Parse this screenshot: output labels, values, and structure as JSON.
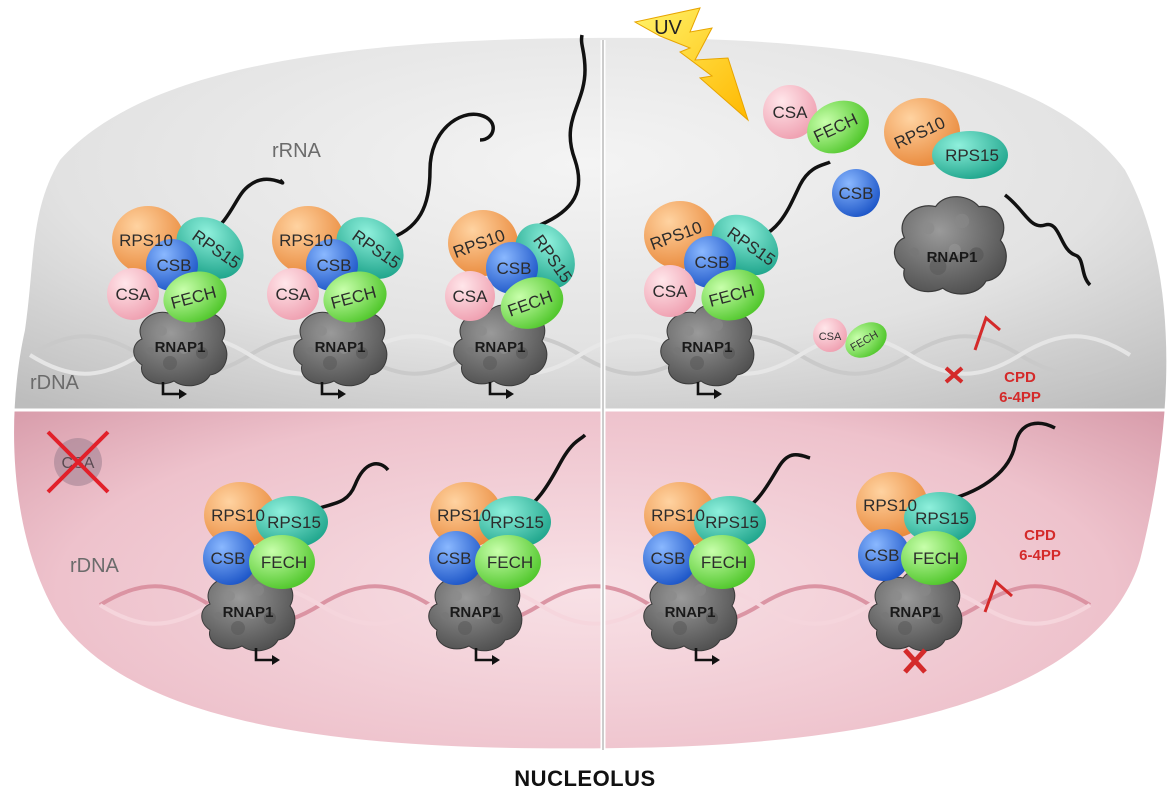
{
  "labels": {
    "rrna": "rRNA",
    "rdna_top": "rDNA",
    "rdna_bottom": "rDNA",
    "uv": "UV",
    "damage_top_line1": "CPD",
    "damage_top_line2": "6-4PP",
    "damage_bottom_line1": "CPD",
    "damage_bottom_line2": "6-4PP",
    "footer": "NUCLEOLUS"
  },
  "proteins": {
    "rps10": "RPS10",
    "rps15": "RPS15",
    "csb": "CSB",
    "csa": "CSA",
    "fech": "FECH",
    "rnap1": "RNAP1"
  },
  "colors": {
    "rps10": "#f3a55e",
    "rps15": "#2fc0a6",
    "csb": "#2f6fe0",
    "csa": "#f5b8c4",
    "fech": "#74d84a",
    "rnap1": "#6e6e6e",
    "damage": "#d42a2a",
    "uv": "#ffd21f",
    "normal_region": "#dcdcdc",
    "mutant_region": "#e9b8c4"
  }
}
